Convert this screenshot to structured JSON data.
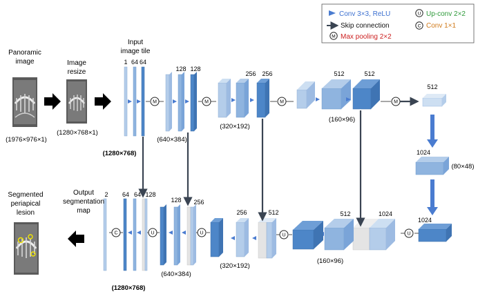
{
  "legend": {
    "conv_label": "Conv 3×3, ReLU",
    "skip_label": "Skip connection",
    "maxpool_label": "Max pooling 2×2",
    "upconv_label": "Up-conv 2×2",
    "conv1x1_label": "Conv 1×1",
    "symbol_m": "M",
    "symbol_u": "U",
    "symbol_c": "C"
  },
  "inputs": {
    "panoramic_line1": "Panoramic",
    "panoramic_line2": "image",
    "panoramic_size": "(1976×976×1)",
    "resize_line1": "Image",
    "resize_line2": "resize",
    "resize_size": "(1280×768×1)",
    "tile_line1": "Input",
    "tile_line2": "image tile"
  },
  "outputs": {
    "segmented_line1": "Segmented",
    "segmented_line2": "periapical",
    "segmented_line3": "lesion",
    "map_line1": "Output",
    "map_line2": "segmentation",
    "map_line3": "map"
  },
  "encoder": {
    "ch_1": "1",
    "ch_64a": "64",
    "ch_64b": "64",
    "ch_128a": "128",
    "ch_128b": "128",
    "ch_256a": "256",
    "ch_256b": "256",
    "ch_512a": "512",
    "ch_512b": "512",
    "ch_bottom": "512",
    "size_1": "(1280×768)",
    "size_2": "(640×384)",
    "size_3": "(320×192)",
    "size_4": "(160×96)"
  },
  "bridge": {
    "ch_1024a": "1024",
    "ch_1024b": "1024",
    "size": "(80×48)"
  },
  "decoder": {
    "ch_2": "2",
    "ch_64a": "64",
    "ch_64b": "64",
    "ch_128": "128",
    "ch_128b": "128",
    "ch_256": "256",
    "ch_256b": "256",
    "ch_512": "512",
    "ch_512b": "512",
    "ch_1024": "1024",
    "size_1": "(1280×768)",
    "size_2": "(640×384)",
    "size_3": "(320×192)",
    "size_4": "(160×96)"
  },
  "colors": {
    "light_blue": "#b4cdea",
    "mid_blue": "#8fb4df",
    "dark_blue": "#4d86c8",
    "grey_block": "#e4e4e4",
    "skip_arrow": "#3a4452",
    "conv_arrow": "#4a7cd0",
    "conv_text": "#3b6fd0",
    "upconv_text": "#2e9a3a",
    "conv1x1_text": "#d07a1a",
    "maxpool_text": "#cc1f1f"
  }
}
